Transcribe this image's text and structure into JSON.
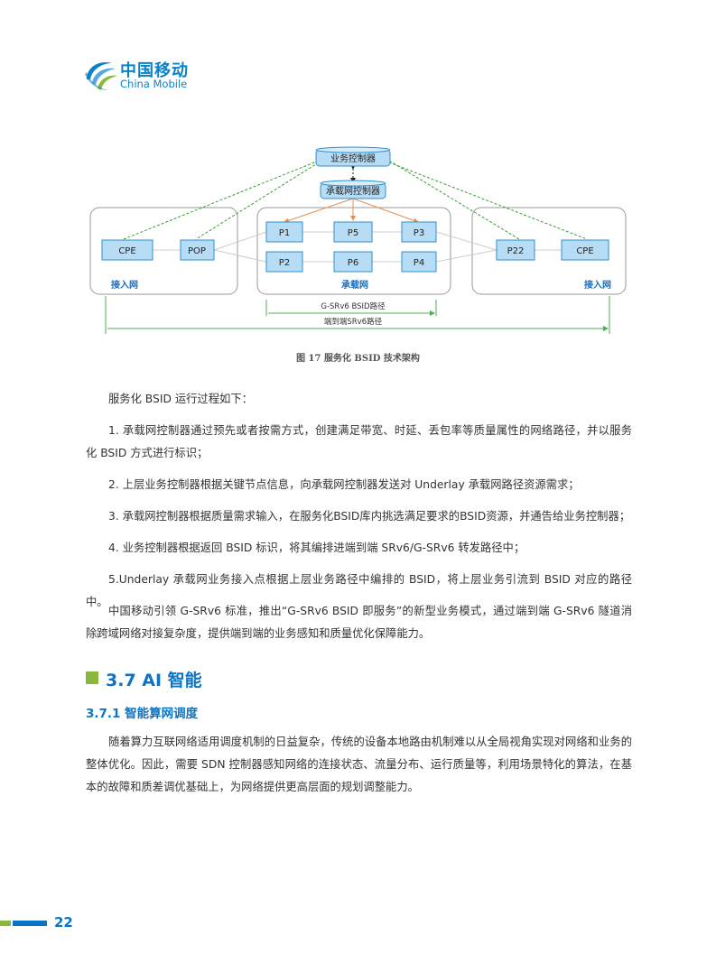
{
  "header": {
    "logo_cn": "中国移动",
    "logo_en": "China Mobile"
  },
  "diagram": {
    "nodes": {
      "service_controller": "业务控制器",
      "bearer_controller": "承载网控制器",
      "cpe_left": "CPE",
      "pop": "POP",
      "p1": "P1",
      "p5": "P5",
      "p3": "P3",
      "p2": "P2",
      "p6": "P6",
      "p4": "P4",
      "p22": "P22",
      "cpe_right": "CPE"
    },
    "regions": {
      "access_left": "接入网",
      "bearer": "承载网",
      "access_right": "接入网"
    },
    "paths": {
      "bsid_path": "G-SRv6 BSID路径",
      "e2e_path": "端到端SRv6路径"
    },
    "colors": {
      "node_fill": "#b7dcf5",
      "node_stroke": "#2f8fd0",
      "controller_link": "#3a9a3a",
      "bearer_link": "#e8904a",
      "path_line": "#4caf50"
    }
  },
  "caption": "图 17 服务化 BSID 技术架构",
  "paragraphs": [
    "服务化 BSID 运行过程如下：",
    "1. 承载网控制器通过预先或者按需方式，创建满足带宽、时延、丢包率等质量属性的网络路径，并以服务化 BSID 方式进行标识；",
    "2. 上层业务控制器根据关键节点信息，向承载网控制器发送对 Underlay 承载网路径资源需求；",
    "3. 承载网控制器根据质量需求输入，在服务化BSID库内挑选满足要求的BSID资源，并通告给业务控制器；",
    "4. 业务控制器根据返回 BSID 标识，将其编排进端到端 SRv6/G-SRv6 转发路径中；",
    "5.Underlay 承载网业务接入点根据上层业务路径中编排的 BSID，将上层业务引流到 BSID 对应的路径中。",
    "中国移动引领 G-SRv6 标准，推出“G-SRv6 BSID 即服务”的新型业务模式，通过端到端 G-SRv6 隧道消除跨域网络对接复杂度，提供端到端的业务感知和质量优化保障能力。"
  ],
  "section": {
    "h2": "3.7 AI 智能",
    "h3": "3.7.1 智能算网调度",
    "body": "随着算力互联网络适用调度机制的日益复杂，传统的设备本地路由机制难以从全局视角实现对网络和业务的整体优化。因此，需要 SDN 控制器感知网络的连接状态、流量分布、运行质量等，利用场景特化的算法，在基本的故障和质差调优基础上，为网络提供更高层面的规划调整能力。"
  },
  "footer": {
    "page_number": "22"
  }
}
